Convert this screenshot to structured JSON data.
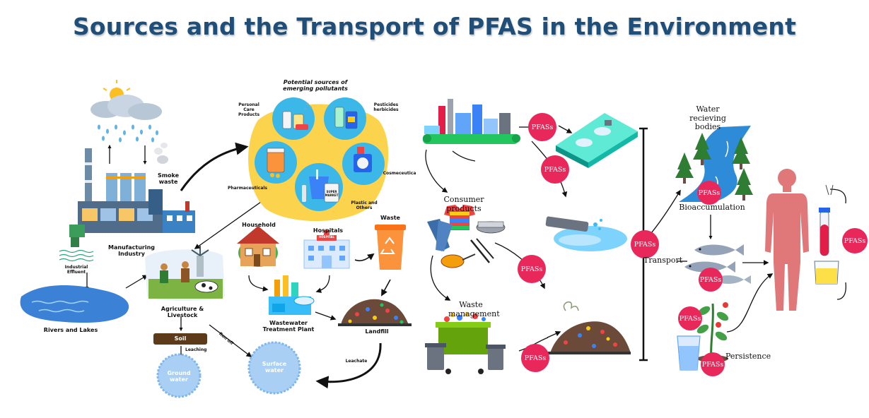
{
  "title": "Sources and the Transport of PFAS in the Environment",
  "left_panel": {
    "manufacturing": "Manufacturing Industry",
    "smoke_waste": "Smoke waste",
    "industrial_effluent": "Industrial Effluent",
    "rivers_lakes": "Rivers and Lakes",
    "agriculture": "Agriculture & Livestock",
    "soil": "Soil",
    "leaching": "Leaching",
    "run_off": "Run off",
    "ground_water": "Ground water",
    "surface_water": "Surface water",
    "potential_sources": "Potential sources of emerging pollutants",
    "personal_care": "Personal Care Products",
    "pesticides": "Pesticides herbicides",
    "cosmeceutica": "Cosmeceutica",
    "pharmaceuticals": "Pharmaceuticals",
    "plastic_others": "Plastic and Others",
    "super_market": "SUPER MARKET",
    "household": "Household",
    "hospitals": "Hospitals",
    "hospital_sign": "HOSPITAL",
    "waste": "Waste",
    "wwtp": "Wastewater Treatment Plant",
    "landfill": "Landfill",
    "leachate": "Leachate"
  },
  "right_panel": {
    "consumer_products": "Consumer products",
    "waste_management": "Waste management",
    "water_receiving": "Water recieving bodies",
    "bioaccumulation": "Bioaccumulation",
    "transport": "Transport",
    "persistence": "Persistence",
    "pfas_badge": "PFASs"
  },
  "colors": {
    "title": "#1f4e79",
    "pfas_badge": "#e8285a",
    "water_blue": "#2e8bd8",
    "circle_blue": "#a9cff5",
    "hub_yellow": "#fcd34d",
    "human_body": "#e0787a"
  }
}
